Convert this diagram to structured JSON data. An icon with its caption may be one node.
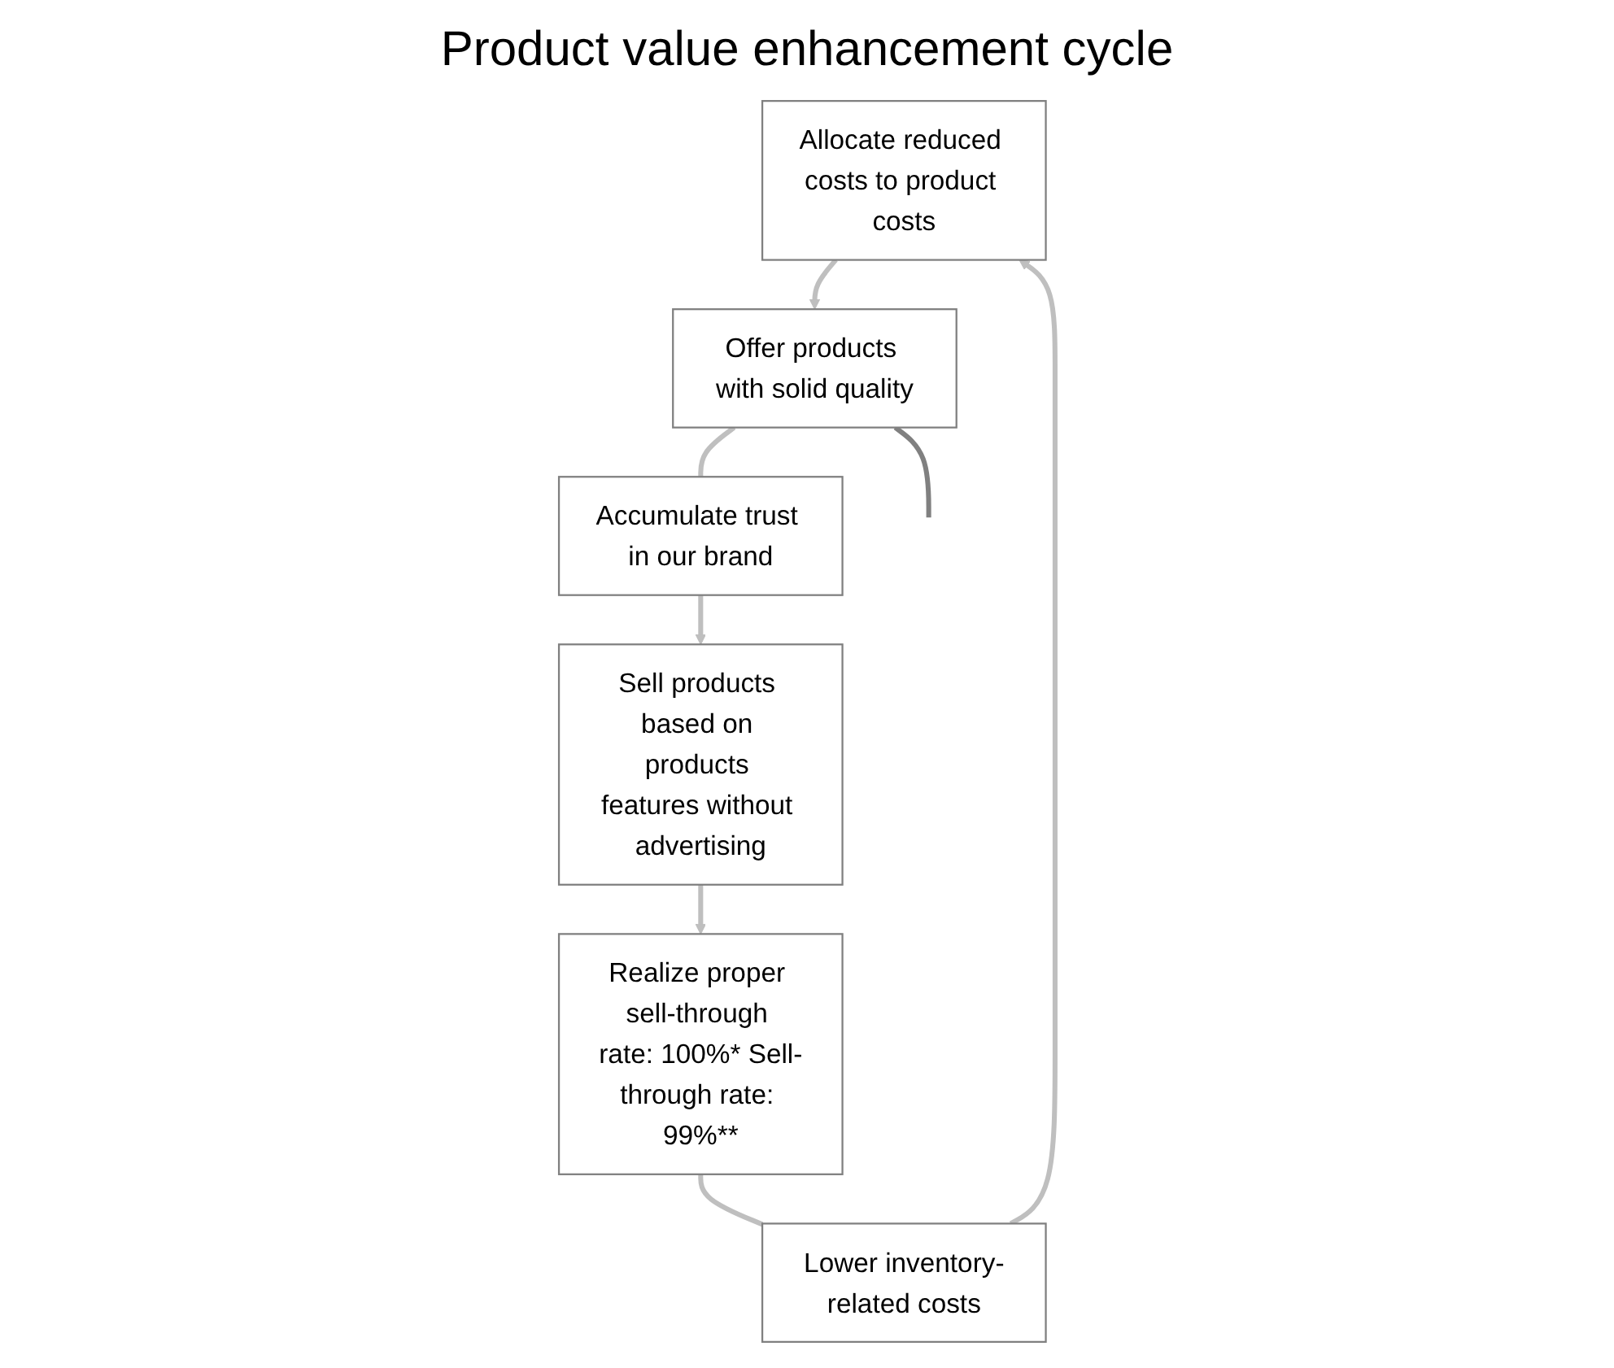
{
  "diagram": {
    "nodes": [
      {
        "text": [
          "Allocate reduced costs to product costs"
        ]
      },
      {
        "text": [
          "Offer products with solid quality"
        ]
      },
      {
        "text": [
          "Accumulate trust in our brand"
        ]
      },
      {
        "text": [
          "Sell products based on products features without advertising"
        ]
      },
      {
        "text": [
          "Realize proper sell-through rate: 100%* Sell-through rate: 99%**"
        ]
      },
      {
        "text": [
          "Lower inventory-related costs"
        ]
      }
    ],
    "edges": [
      {
        "from": 0,
        "to": 1,
        "arrow": "to"
      },
      {
        "from": 1,
        "to": 2,
        "arrow": "none"
      },
      {
        "from": 2,
        "to": 3,
        "arrow": "to"
      },
      {
        "from": 3,
        "to": 4,
        "arrow": "to"
      },
      {
        "from": 4,
        "to": 5,
        "arrow": "none"
      },
      {
        "from": 5,
        "to": 0,
        "arrow": "to"
      },
      {
        "from": 1,
        "to": null,
        "arrow": "none",
        "color": "#808080"
      }
    ],
    "labels": [
      "Product value enhancement cycle"
    ]
  }
}
